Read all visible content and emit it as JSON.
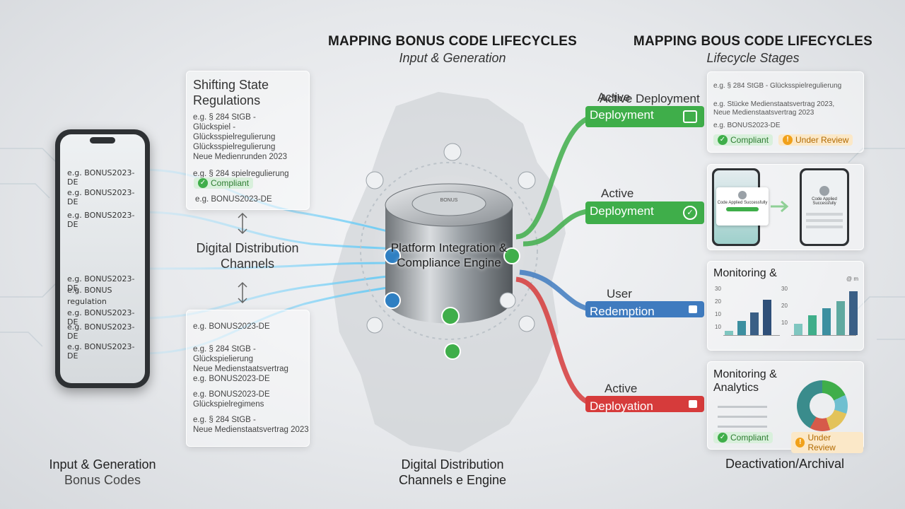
{
  "header": {
    "center_title": "MAPPING BONUS CODE LIFECYCLES",
    "center_subtitle": "Input & Generation",
    "right_title": "MAPPING BOUS CODE LIFECYCLES",
    "right_subtitle": "Lifecycle Stages"
  },
  "phone": {
    "codes": [
      "e.g. BONUS2023-DE",
      "e.g. BONUS2023-DE",
      "e.g. BONUS2023-DE",
      "e.g. BONUS2023-DE",
      "e.g. BONUS",
      "regulation",
      "e.g. BONUS2023-DE",
      "e.g. BONUS2023-DE",
      "e.g. BONUS2023-DE"
    ]
  },
  "regulations_card": {
    "title": "Shifting State Regulations",
    "lines": [
      "e.g. § 284 StGB -",
      "Glückspiel - Glücksspielregulierung",
      "Glücksspielregulierung",
      "Neue Medienrunden 2023",
      "e.g. § 284 spielregulierung"
    ],
    "badge": "Compliant",
    "code": "e.g. BONUS2023-DE"
  },
  "channels_label": "Digital Distribution Channels",
  "lower_card": {
    "code": "e.g. BONUS2023-DE",
    "lines": [
      "e.g. § 284 StGB -",
      "Glückspielierung",
      "Neue Medienstaatsvertrag",
      "e.g. BONUS2023-DE",
      "e.g. BONUS2023-DE",
      "Glückspielregimens",
      "e.g. § 284 StGB -",
      "Neue Medienstaatsvertrag 2023"
    ]
  },
  "engine": {
    "label": "Platform Integration & Compliance Engine",
    "plate": "BONUS"
  },
  "stages": [
    {
      "label": "Active Deployment",
      "color": "#3fae4a",
      "icon": "lock-open-icon"
    },
    {
      "label": "Active Deployment",
      "color": "#3fae4a",
      "icon": "check-icon"
    },
    {
      "label": "User Redemption",
      "color": "#3f7bbf",
      "icon": "lock-icon"
    },
    {
      "label": "Active Deployation",
      "color": "#d63b3b",
      "icon": "lock-icon"
    }
  ],
  "right_card1": {
    "lines": [
      "e.g. § 284 StGB - Glücksspielregulierung",
      "e.g. Stücke Medienstaatsvertrag 2023,",
      "Neue Medienstaatsvertrag 2023",
      "e.g. BONUS2023-DE"
    ],
    "badge_ok": "Compliant",
    "badge_review": "Under Review"
  },
  "right_card2": {
    "left_text": "Code Applied Successfully",
    "right_text": "Code Applied Successfully"
  },
  "right_card3": {
    "title": "Monitoring &",
    "ticks": [
      "30",
      "20",
      "10",
      "10"
    ],
    "ticks2": [
      "30",
      "20",
      "10"
    ],
    "corner": "@ m"
  },
  "right_card4": {
    "title": "Monitoring & Analytics",
    "badge_ok": "Compliant",
    "badge_review": "Under Review"
  },
  "footer": {
    "left_line1": "Input & Generation",
    "left_line2": "Bonus Codes",
    "center_line1": "Digital Distribution",
    "center_line2": "Channels e Engine",
    "right_line1": "Deactivation/Archival"
  },
  "colors": {
    "green": "#3fae4a",
    "blue": "#3f7bbf",
    "red": "#d63b3b",
    "cyan": "#7fd4f2"
  }
}
